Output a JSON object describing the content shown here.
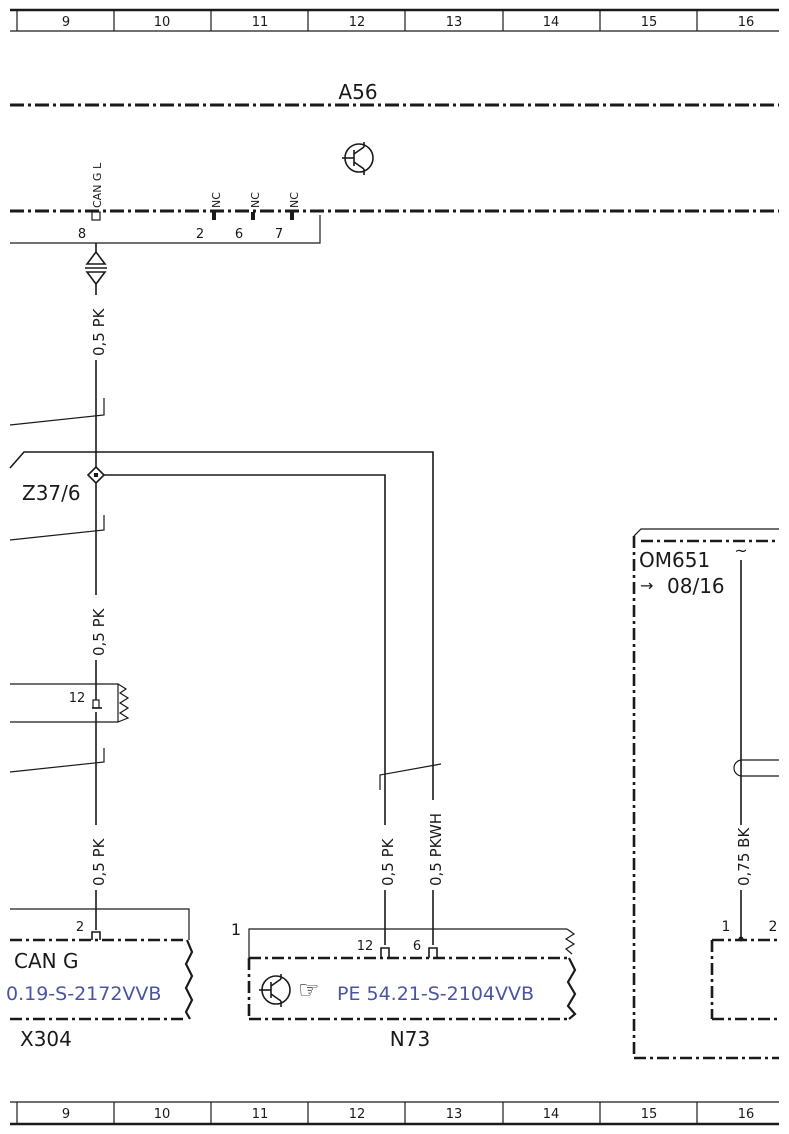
{
  "grid": {
    "columns": [
      "9",
      "10",
      "11",
      "12",
      "13",
      "14",
      "15",
      "16"
    ]
  },
  "components": {
    "a56": "A56",
    "z37_6": "Z37/6",
    "om651": "OM651",
    "om651_date": "08/16",
    "x304": "X304",
    "n73": "N73"
  },
  "a56_pins": {
    "can_label": "CAN G L",
    "nc": [
      "NC",
      "NC",
      "NC"
    ],
    "numbers": [
      "8",
      "2",
      "6",
      "7"
    ]
  },
  "wires": {
    "w1": "0,5 PK",
    "w2": "0,5 PK",
    "w3": "0,5 PK",
    "w4": "0,5 PK",
    "w5": "0,5 PKWH",
    "w6": "0,75 BK"
  },
  "pins": {
    "p12_left": "12",
    "x304_pin": "2",
    "n73_1": "1",
    "n73_12": "12",
    "n73_6": "6",
    "om_1": "1",
    "om_2": "2"
  },
  "x304_box": {
    "title": "CAN G",
    "ref": "0.19-S-2172VVB"
  },
  "n73_box": {
    "ref": "PE 54.21-S-2104VVB"
  },
  "symbols": {
    "tilde": "~",
    "arrow": "→",
    "hand": "☞"
  }
}
